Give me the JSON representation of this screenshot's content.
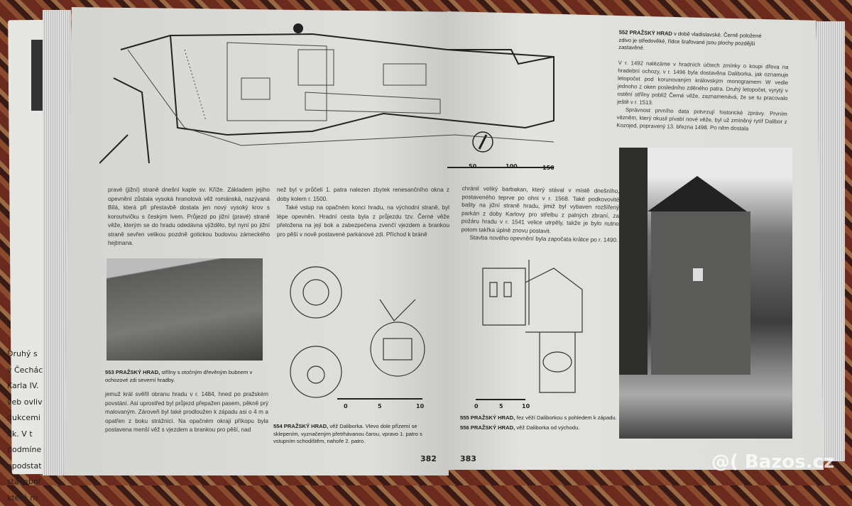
{
  "back_book": {
    "lines": [
      "Druhý s",
      "v Čechác",
      "Karla IV.",
      "veb ovliv",
      "dukcemi",
      "fik. V t",
      "podmíne",
      "opodstat",
      "stavební",
      "která m"
    ]
  },
  "left_page": {
    "para1": "pravé (jižní) straně dnešní kaple sv. Kříže. Základem jejího opevnění zůstala vysoká hranolová věž románská, nazývaná Bílá, která při přestavbě dostala jen nový vysoký krov s korouhvičku s českým lvem. Průjezd po jižní (pravé) straně věže, kterým se do hradu odedávna vjíždělo, byl nyní po jižní straně sevřen velikou pozdně gotickou budovou zámeckého hejtmana.",
    "para2": "než byl v průčelí 1. patra nalezen zbytek renesančního okna z doby kolem r. 1500.",
    "para3": "Také vstup na opačném konci hradu, na východní straně, byl lépe opevněn. Hradní cesta byla z průjezdu tzv. Černé věže přeložena na její bok a zabezpečena zvenčí vjezdem a brankou pro pěší v nově postavené parkánové zdi. Příchod k bráně",
    "caption553_title": "553 PRAŽSKÝ HRAD,",
    "caption553": "střílny s otočným dřevěným bubnem v ochozové zdi severní hradby.",
    "para4": "jemuž král svěřil obranu hradu v r. 1484, hned po pražském povstání. Asi uprostřed byl průjezd přepažen pasem, pěkně prý malovaným. Zároveň byl také prodloužen k západu asi o 4 m a opatřen z boku strážnicí. Na opačném okraji příkopu byla postavena menší věž s vjezdem a brankou pro pěší, nad",
    "caption554_title": "554 PRAŽSKÝ HRAD,",
    "caption554": "věž Daliborka. Vlevo dole přízemí se sklepením, vyznačeným přetrhávanou čarou, vpravo 1. patro s vstupním schodištěm, nahoře 2. patro.",
    "scale": [
      "0",
      "5",
      "10"
    ],
    "page_number": "382"
  },
  "right_page": {
    "caption552_title": "552 PRAŽSKÝ HRAD",
    "caption552": "v době vladislavské. Černě položené zdivo je středověké, řídce šrafované jsou plochy pozdější zastavěné.",
    "para1": "V r. 1492 nalézáme v hradních účtech zmínky o koupi dřeva na hradební ochozy, v r. 1496 byla dostavěna Daliborka, jak oznamuje letopočet pod korunovaným královským monogramem W vedle jednoho z oken posledního zděného patra. Druhý letopočet, vyrytý v ostění střílny poblíž Černé věže, zaznamenává, že se tu pracovalo ještě v r. 1513.",
    "para2": "Správnost prvního data potvrzují historické zprávy. Prvním vězněm, který okusil pívabí nové věže, byl už zmíněný rytíř Dalibor z Kozojed, popravený 13. března 1498. Po něm dostala",
    "para3": "chránil veliký barbakan, který stával v místě dnešního, postaveného teprve po ohni v r. 1568. Také podkovovité bašty na jižní straně hradu, jimiž byl vybaven rozšířený parkán z doby Karlovy pro střelbu z palných zbraní, za požáru hradu v r. 1541 velice utrpěly, takže je bylo nutno potom takřka úplně znovu postavit.",
    "para4": "Stavba nového opevnění byla započata krátce po r. 1490.",
    "plan_scale": [
      "50",
      "100",
      "150"
    ],
    "section_scale": [
      "0",
      "5",
      "10"
    ],
    "caption555_title": "555 PRAŽSKÝ HRAD,",
    "caption555": "řez věží Daliborkou s pohledem k západu.",
    "caption556_title": "556 PRAŽSKÝ HRAD,",
    "caption556": "věž Daliborka od východu.",
    "page_number": "383"
  },
  "watermark": "@( Bazos.cz"
}
